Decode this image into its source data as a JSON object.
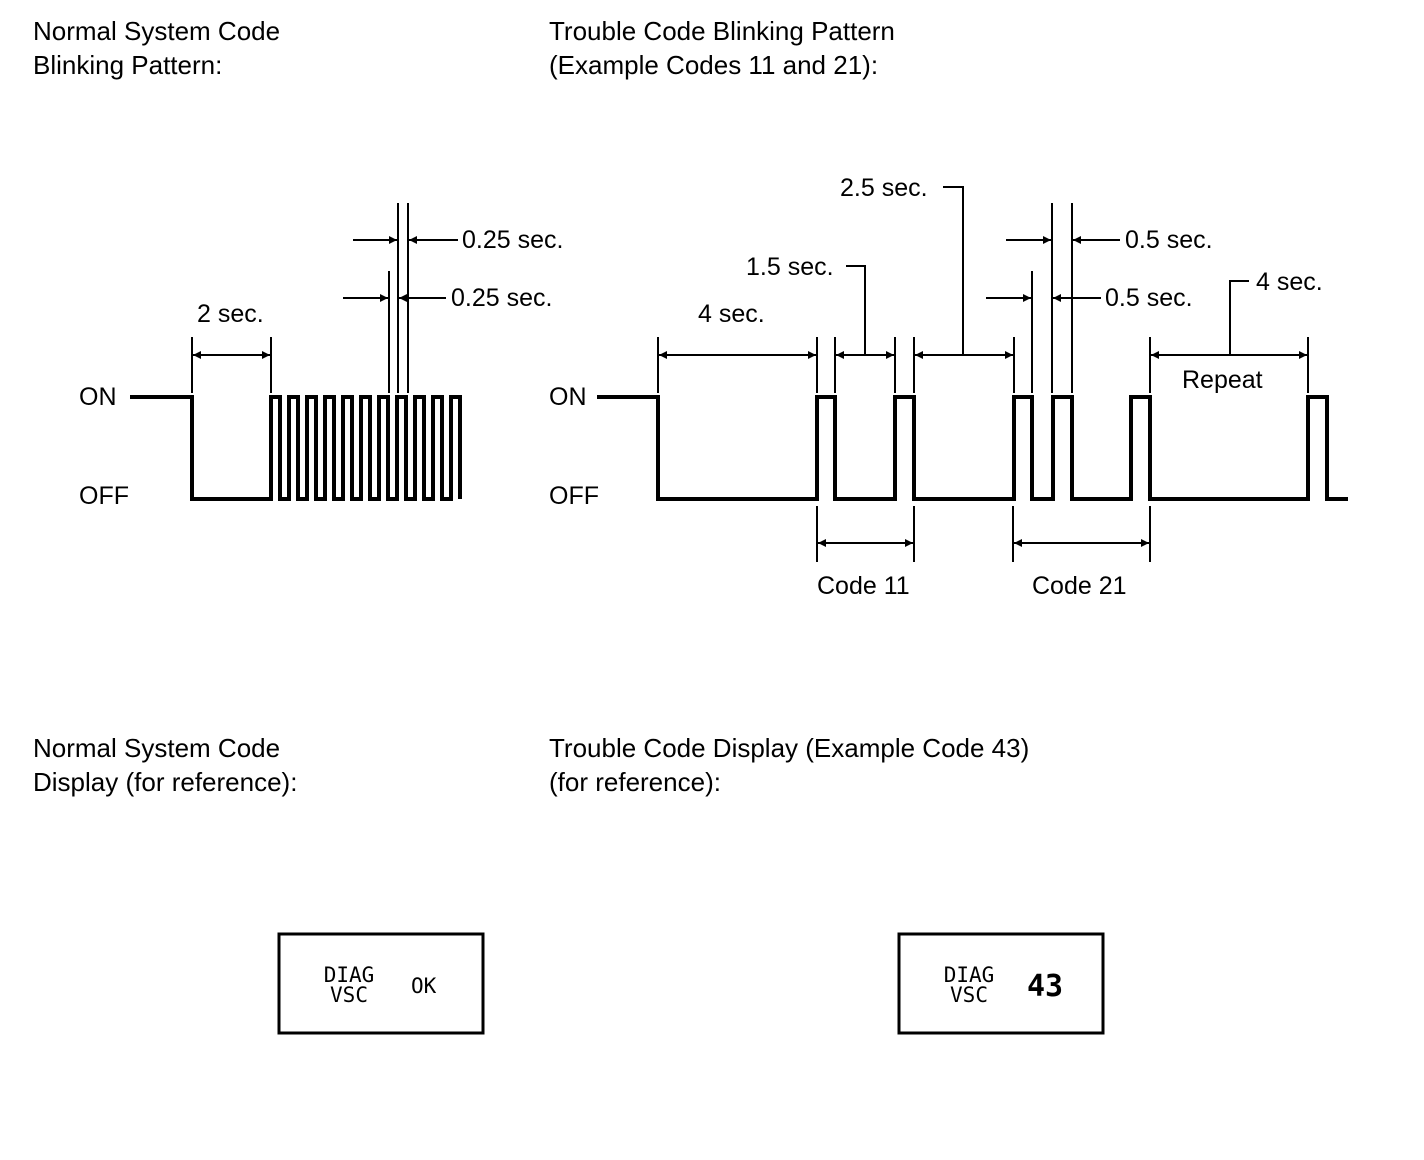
{
  "headings": {
    "normal_blink": [
      "Normal System Code",
      "Blinking Pattern:"
    ],
    "trouble_blink": [
      "Trouble Code Blinking Pattern",
      "(Example Codes 11 and 21):"
    ],
    "normal_display": [
      "Normal System Code",
      "Display (for reference):"
    ],
    "trouble_display": [
      "Trouble Code Display (Example Code 43)",
      "(for reference):"
    ]
  },
  "normal_pattern": {
    "on_label": "ON",
    "off_label": "OFF",
    "dim_2sec": "2 sec.",
    "dim_on_pulse": "0.25 sec.",
    "dim_off_gap": "0.25 sec."
  },
  "trouble_pattern": {
    "on_label": "ON",
    "off_label": "OFF",
    "dim_4sec_start": "4 sec.",
    "dim_1_5sec": "1.5 sec.",
    "dim_2_5sec": "2.5 sec.",
    "dim_0_5sec_on": "0.5 sec.",
    "dim_0_5sec_off": "0.5 sec.",
    "dim_4sec_repeat": "4 sec.",
    "repeat_label": "Repeat",
    "code_11_label": "Code 11",
    "code_21_label": "Code 21"
  },
  "normal_display": {
    "line1": "DIAG",
    "line2": "VSC",
    "value": "OK"
  },
  "trouble_display": {
    "line1": "DIAG",
    "line2": "VSC",
    "value": "43"
  }
}
